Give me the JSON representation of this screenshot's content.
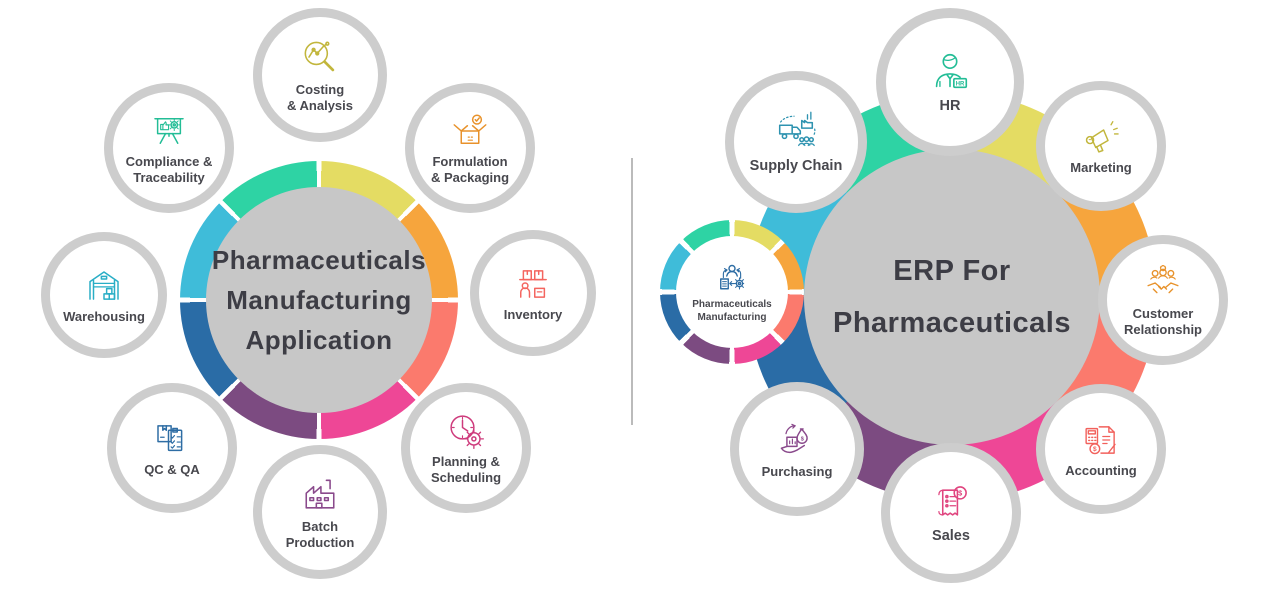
{
  "palette": {
    "background": "#FFFFFF",
    "ring_segments_from_top": [
      "#E4DC63",
      "#F6A53D",
      "#FB7A6D",
      "#EE4796",
      "#7C4B81",
      "#2A6CA6",
      "#3FBCD9",
      "#2ED3A4"
    ],
    "ring_gap_color": "#FFFFFF",
    "center_fill": "#C7C7C7",
    "center_text": "#3D3D45",
    "node_border": "#CDCDCD",
    "node_fill": "#FFFFFF",
    "label_text": "#48484E",
    "divider_color": "#BBBBBB"
  },
  "glyphs": {
    "dollar": "$",
    "hr_badge": "HR"
  },
  "left_diagram": {
    "title_lines": [
      "Pharmaceuticals",
      "Manufacturing",
      "Application"
    ],
    "nodes": [
      {
        "label": "Costing\n& Analysis",
        "icon": "magnifier-chart-icon",
        "color": "#C2B63C"
      },
      {
        "label": "Formulation\n& Packaging",
        "icon": "open-box-check-icon",
        "color": "#E8922B"
      },
      {
        "label": "Inventory",
        "icon": "shelf-boxes-worker-icon",
        "color": "#F4655F"
      },
      {
        "label": "Planning &\nScheduling",
        "icon": "clock-gear-icon",
        "color": "#CE3B7C"
      },
      {
        "label": "Batch\nProduction",
        "icon": "factory-icon",
        "color": "#8A4A8C"
      },
      {
        "label": "QC & QA",
        "icon": "box-checklist-icon",
        "color": "#2E6DA4"
      },
      {
        "label": "Warehousing",
        "icon": "warehouse-icon",
        "color": "#29AEC6"
      },
      {
        "label": "Compliance &\nTraceability",
        "icon": "presentation-approval-icon",
        "color": "#23BD96"
      }
    ]
  },
  "right_diagram": {
    "title_lines": [
      "ERP For",
      "Pharmaceuticals"
    ],
    "nodes": [
      {
        "label": "HR",
        "icon": "employee-badge-icon",
        "color": "#23BD96"
      },
      {
        "label": "Marketing",
        "icon": "megaphone-icon",
        "color": "#C2B63C"
      },
      {
        "label": "Customer\nRelationship",
        "icon": "handshake-team-icon",
        "color": "#E8922B"
      },
      {
        "label": "Accounting",
        "icon": "calculator-invoice-icon",
        "color": "#F2615C"
      },
      {
        "label": "Sales",
        "icon": "receipt-dollar-icon",
        "color": "#E0457F"
      },
      {
        "label": "Purchasing",
        "icon": "hand-moneybag-icon",
        "color": "#8A4A8C"
      },
      {
        "label": "Pharmaceuticals\nManufacturing",
        "icon": "production-cycle-icon",
        "color": "#2E6DA4"
      },
      {
        "label": "Supply Chain",
        "icon": "logistics-network-icon",
        "color": "#2E93B0"
      }
    ]
  }
}
